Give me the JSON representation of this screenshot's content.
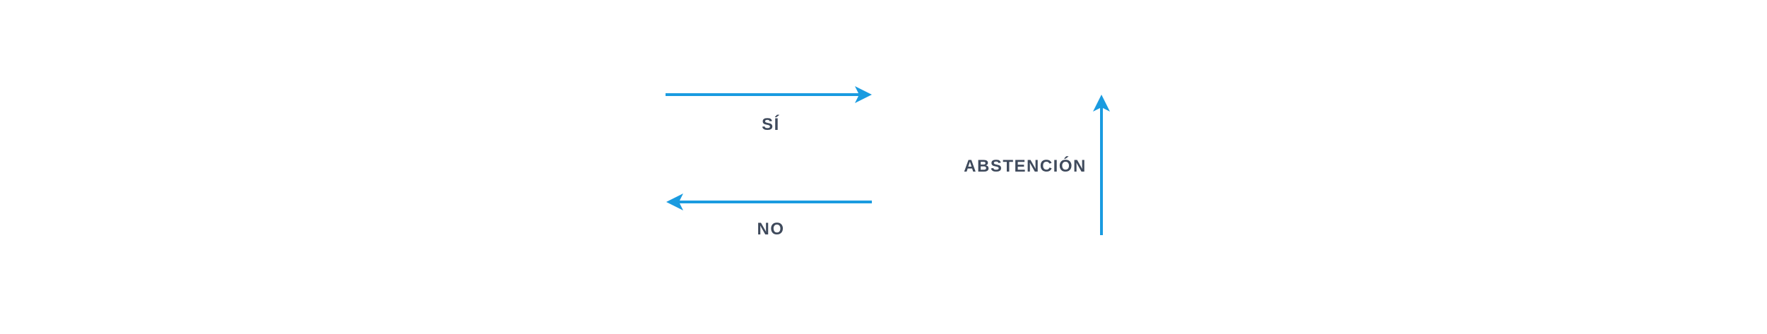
{
  "diagram": {
    "labels": {
      "yes": "SÍ",
      "no": "NO",
      "abstention": "ABSTENCIÓN"
    },
    "arrows": [
      {
        "id": "yes-arrow",
        "direction": "right",
        "label": "SÍ"
      },
      {
        "id": "no-arrow",
        "direction": "left",
        "label": "NO"
      },
      {
        "id": "abstention-arrow",
        "direction": "up",
        "label": "ABSTENCIÓN"
      }
    ]
  },
  "colors": {
    "arrow": "#1a9be0",
    "text": "#3f4a5c",
    "background": "#ffffff"
  },
  "icons": [
    "arrow-right-icon",
    "arrow-left-icon",
    "arrow-up-icon"
  ]
}
